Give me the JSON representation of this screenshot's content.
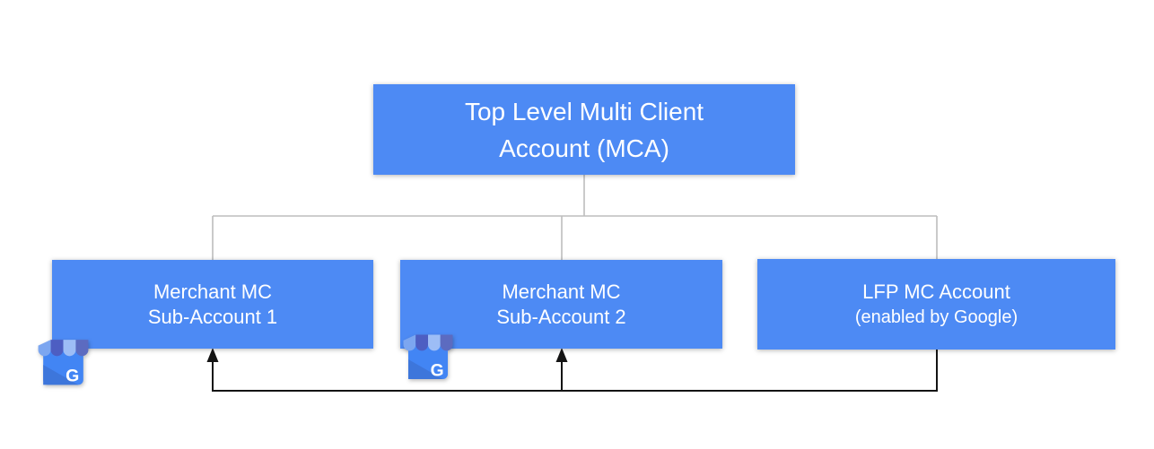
{
  "diagram": {
    "root_node": {
      "line1": "Top Level Multi Client",
      "line2": "Account (MCA)"
    },
    "child_nodes": [
      {
        "line1": "Merchant MC",
        "line2": "Sub-Account 1",
        "badge_icon": "google-my-business-icon"
      },
      {
        "line1": "Merchant MC",
        "line2": "Sub-Account 2",
        "badge_icon": "google-my-business-icon"
      },
      {
        "line1": "LFP MC Account",
        "line2": "(enabled by Google)",
        "badge_icon": null
      }
    ],
    "gmb_icon_letter": "G",
    "tree_edges": [
      {
        "from": "Top Level Multi Client Account (MCA)",
        "to": "Merchant MC Sub-Account 1"
      },
      {
        "from": "Top Level Multi Client Account (MCA)",
        "to": "Merchant MC Sub-Account 2"
      },
      {
        "from": "Top Level Multi Client Account (MCA)",
        "to": "LFP MC Account (enabled by Google)"
      }
    ],
    "arrow_edges": [
      {
        "from": "LFP MC Account (enabled by Google)",
        "to": "Merchant MC Sub-Account 1"
      },
      {
        "from": "LFP MC Account (enabled by Google)",
        "to": "Merchant MC Sub-Account 2"
      }
    ],
    "colors": {
      "canvas_background": "#ffffff",
      "node_fill": "#4d8af4",
      "node_text": "#ffffff",
      "tree_line": "#bdbdbd",
      "arrow_line": "#141414",
      "gmb_body": "#4285f4",
      "gmb_body_shade": "#3d76db",
      "gmb_awning_light1": "#7ca6f0",
      "gmb_awning_dark1": "#4d5ec2",
      "gmb_awning_light2": "#9dbdf6",
      "gmb_awning_dark2": "#5c6bc0",
      "gmb_letter": "#ffffff"
    }
  }
}
